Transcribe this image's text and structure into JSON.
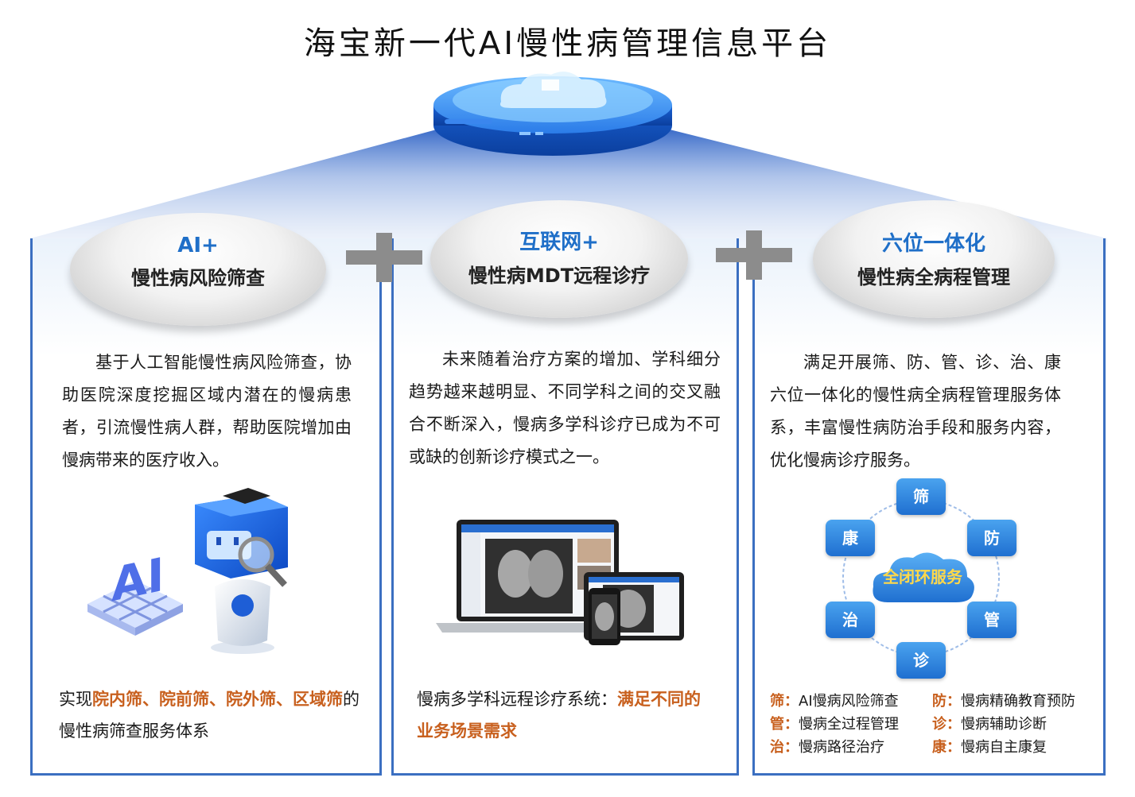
{
  "title": "海宝新一代AI慢性病管理信息平台",
  "panels": [
    {
      "heading": "AI+",
      "subheading": "慢性病风险筛查",
      "paragraph": "基于人工智能慢性病风险筛查，协助医院深度挖掘区域内潜在的慢病患者，引流慢性病人群，帮助医院增加由慢病带来的医疗收入。",
      "illustration_text": "AI",
      "bottom_prefix": "实现",
      "bottom_highlight": "院内筛、院前筛、院外筛、区域筛",
      "bottom_suffix": "的慢性病筛查服务体系"
    },
    {
      "heading": "互联网+",
      "subheading": "慢性病MDT远程诊疗",
      "paragraph": "未来随着治疗方案的增加、学科细分趋势越来越明显、不同学科之间的交叉融合不断深入，慢病多学科诊疗已成为不可或缺的创新诊疗模式之一。",
      "bottom_prefix": "慢病多学科远程诊疗系统：",
      "bottom_highlight": "满足不同的业务场景需求"
    },
    {
      "heading": "六位一体化",
      "subheading": "慢性病全病程管理",
      "paragraph": "满足开展筛、防、管、诊、治、康六位一体化的慢性病全病程管理服务体系，丰富慢性病防治手段和服务内容，优化慢病诊疗服务。",
      "cycle": {
        "center": "全闭环服务",
        "nodes": [
          "筛",
          "防",
          "管",
          "诊",
          "治",
          "康"
        ]
      },
      "legend_left": [
        {
          "key": "筛：",
          "text": "AI慢病风险筛查"
        },
        {
          "key": "管：",
          "text": "慢病全过程管理"
        },
        {
          "key": "治：",
          "text": "慢病路径治疗"
        }
      ],
      "legend_right": [
        {
          "key": "防：",
          "text": "慢病精确教育预防"
        },
        {
          "key": "诊：",
          "text": "慢病辅助诊断"
        },
        {
          "key": "康：",
          "text": "慢病自主康复"
        }
      ]
    }
  ],
  "colors": {
    "heading_blue": "#1f6fc8",
    "highlight_orange": "#c8601e",
    "panel_border": "#3b6fc1",
    "node_blue": "#2a82de",
    "plus_gray": "#8c8c8c"
  },
  "icons": [
    "cloud-platform-icon",
    "plus-icon",
    "ai-robot-illustration",
    "laptop-tablet-phone-illustration",
    "cloud-icon"
  ]
}
